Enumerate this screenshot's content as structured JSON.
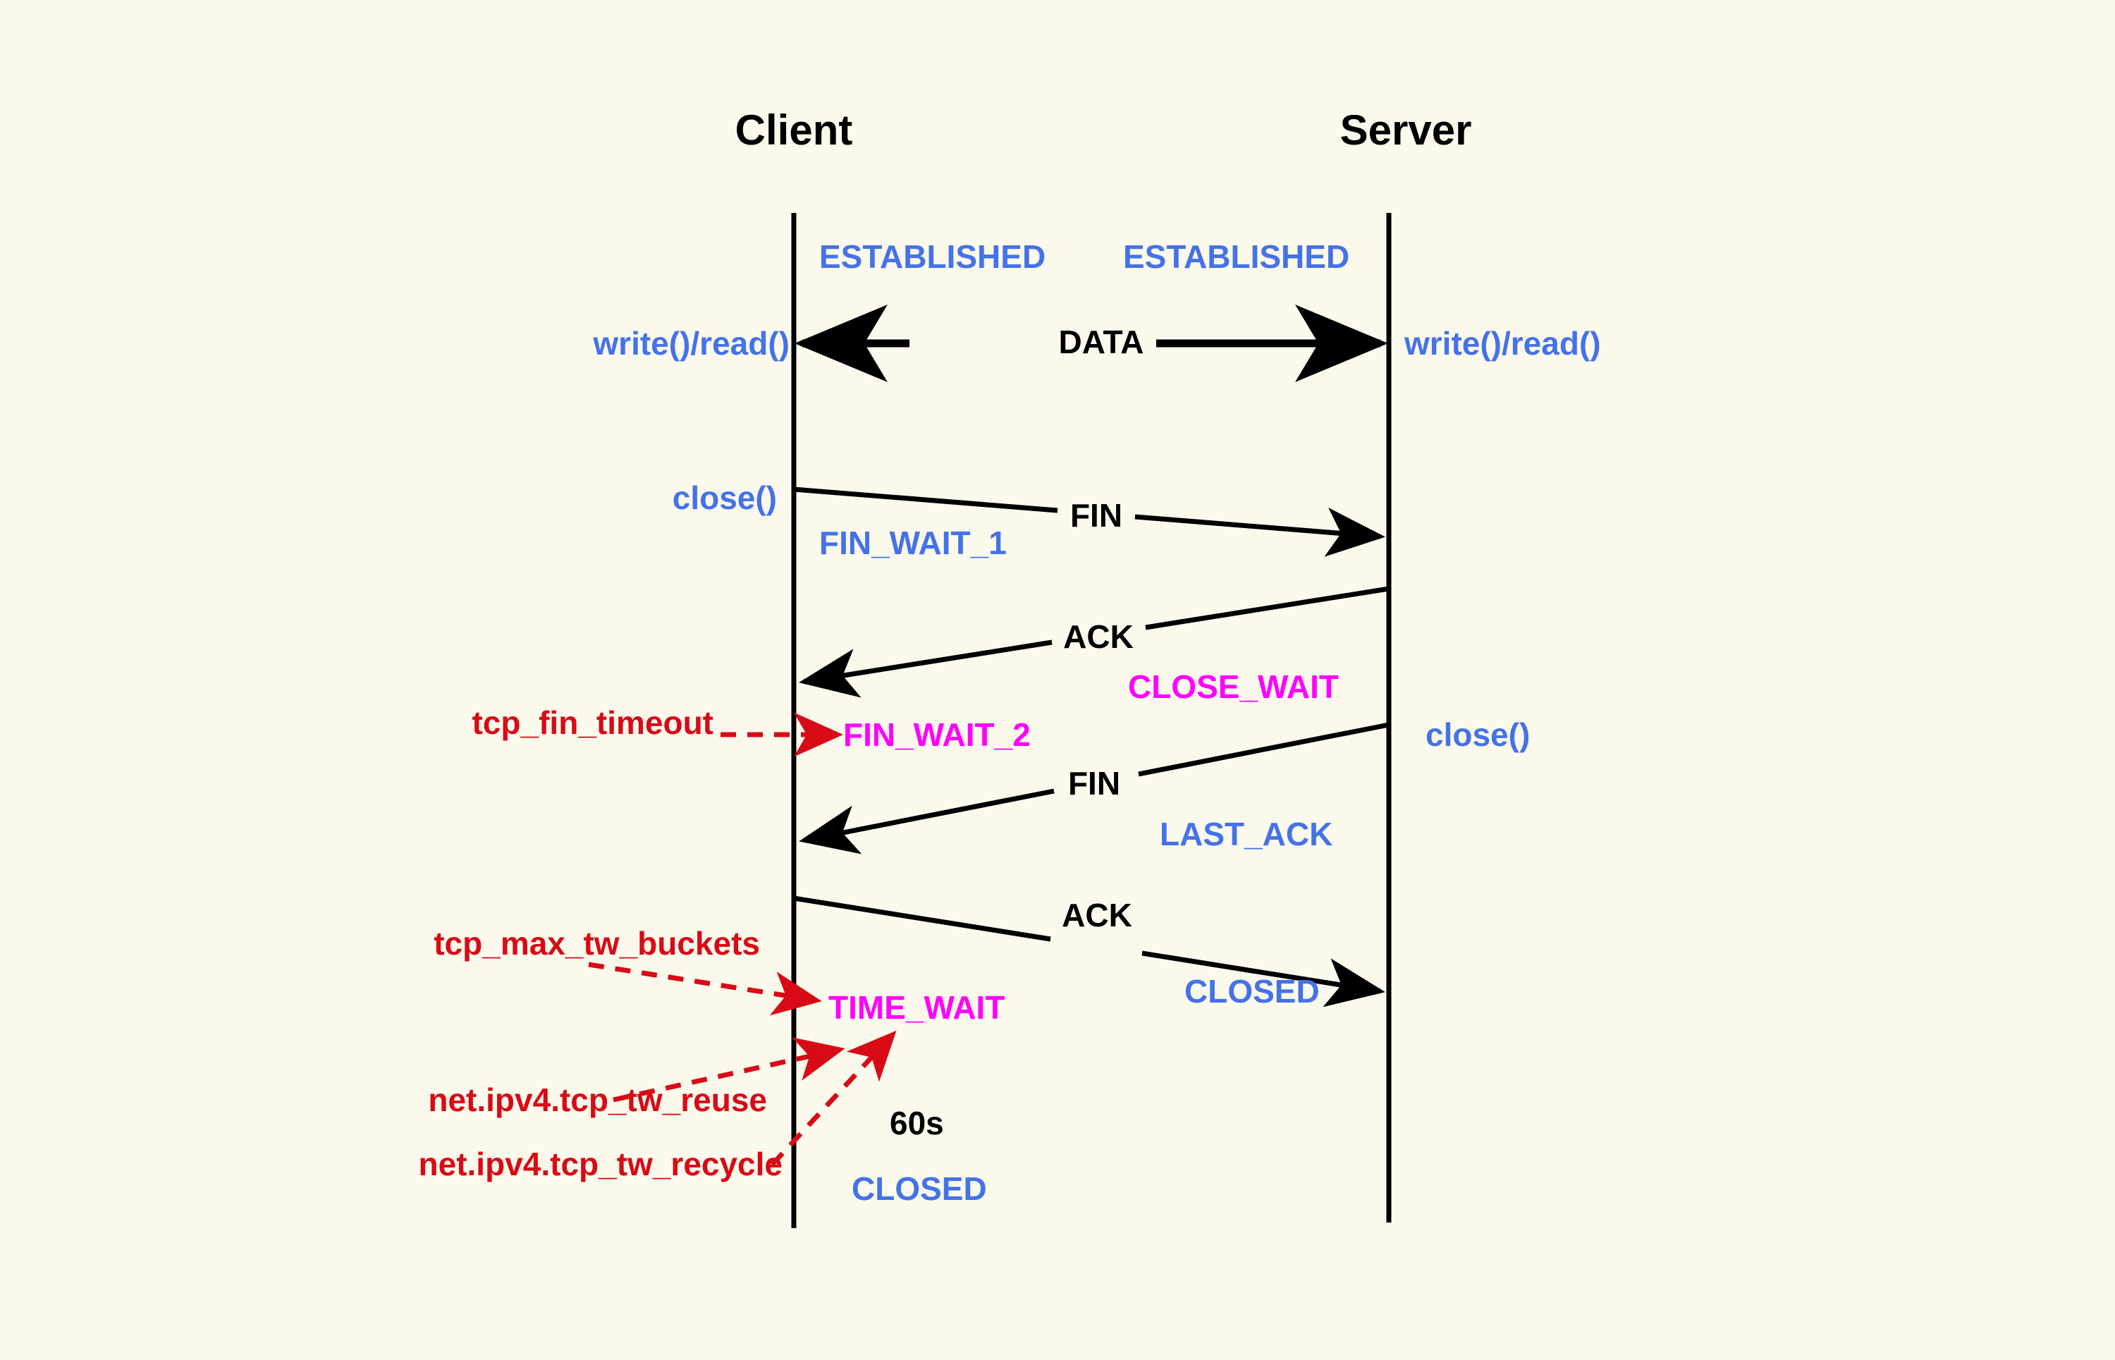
{
  "background_color": "#FBF9EC",
  "colors": {
    "state_blue": "#4472E8",
    "state_magenta": "#FF00FF",
    "sysctl_red": "#D80A16",
    "message_black": "#000000",
    "lifeline_black": "#000000"
  },
  "actors": {
    "client": {
      "title": "Client"
    },
    "server": {
      "title": "Server"
    }
  },
  "states": {
    "client_established": "ESTABLISHED",
    "server_established": "ESTABLISHED",
    "fin_wait_1": "FIN_WAIT_1",
    "close_wait": "CLOSE_WAIT",
    "fin_wait_2": "FIN_WAIT_2",
    "last_ack": "LAST_ACK",
    "time_wait": "TIME_WAIT",
    "server_closed": "CLOSED",
    "client_closed": "CLOSED"
  },
  "api_calls": {
    "client_rw": "write()/read()",
    "server_rw": "write()/read()",
    "client_close": "close()",
    "server_close": "close()"
  },
  "messages": {
    "data": "DATA",
    "fin_1": "FIN",
    "ack_1": "ACK",
    "fin_2": "FIN",
    "ack_2": "ACK"
  },
  "timers": {
    "time_wait_duration": "60s"
  },
  "sysctl_annotations": {
    "tcp_fin_timeout": "tcp_fin_timeout",
    "tcp_max_tw_buckets": "tcp_max_tw_buckets",
    "tcp_tw_reuse": "net.ipv4.tcp_tw_reuse",
    "tcp_tw_recycle": "net.ipv4.tcp_tw_recycle"
  }
}
